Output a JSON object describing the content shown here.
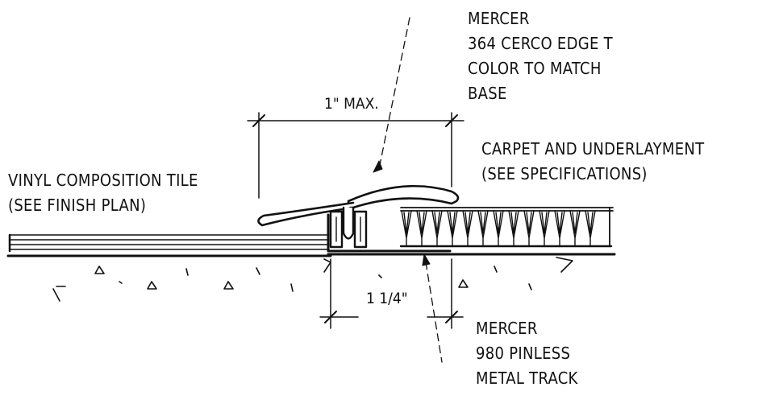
{
  "labels": {
    "trim": {
      "line1": "MERCER",
      "line2": "364 CERCO EDGE T",
      "line3": "COLOR TO MATCH",
      "line4": "BASE"
    },
    "carpet": {
      "line1": "CARPET AND UNDERLAYMENT",
      "line2": "(SEE SPECIFICATIONS)"
    },
    "vinyl": {
      "line1": "VINYL COMPOSITION TILE",
      "line2": "(SEE FINISH PLAN)"
    },
    "track": {
      "line1": "MERCER",
      "line2": "980 PINLESS",
      "line3": "METAL TRACK"
    }
  },
  "dimensions": {
    "max_height": "1\" MAX.",
    "track_width": "1 1/4\""
  }
}
